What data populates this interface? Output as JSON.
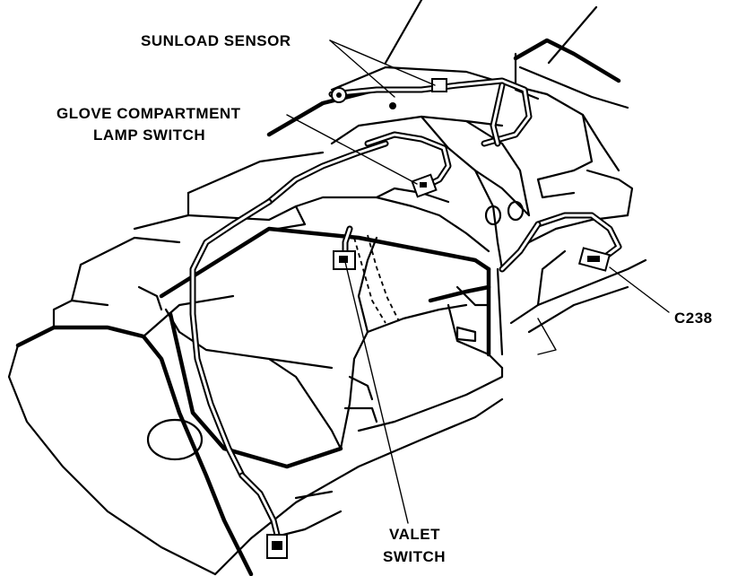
{
  "diagram": {
    "labels": {
      "sunload_sensor": "SUNLOAD SENSOR",
      "glove_line1": "GLOVE COMPARTMENT",
      "glove_line2": "LAMP SWITCH",
      "c238": "C238",
      "valet_line1": "VALET",
      "valet_line2": "SWITCH"
    },
    "colors": {
      "ink": "#000000",
      "paper": "#ffffff"
    }
  }
}
